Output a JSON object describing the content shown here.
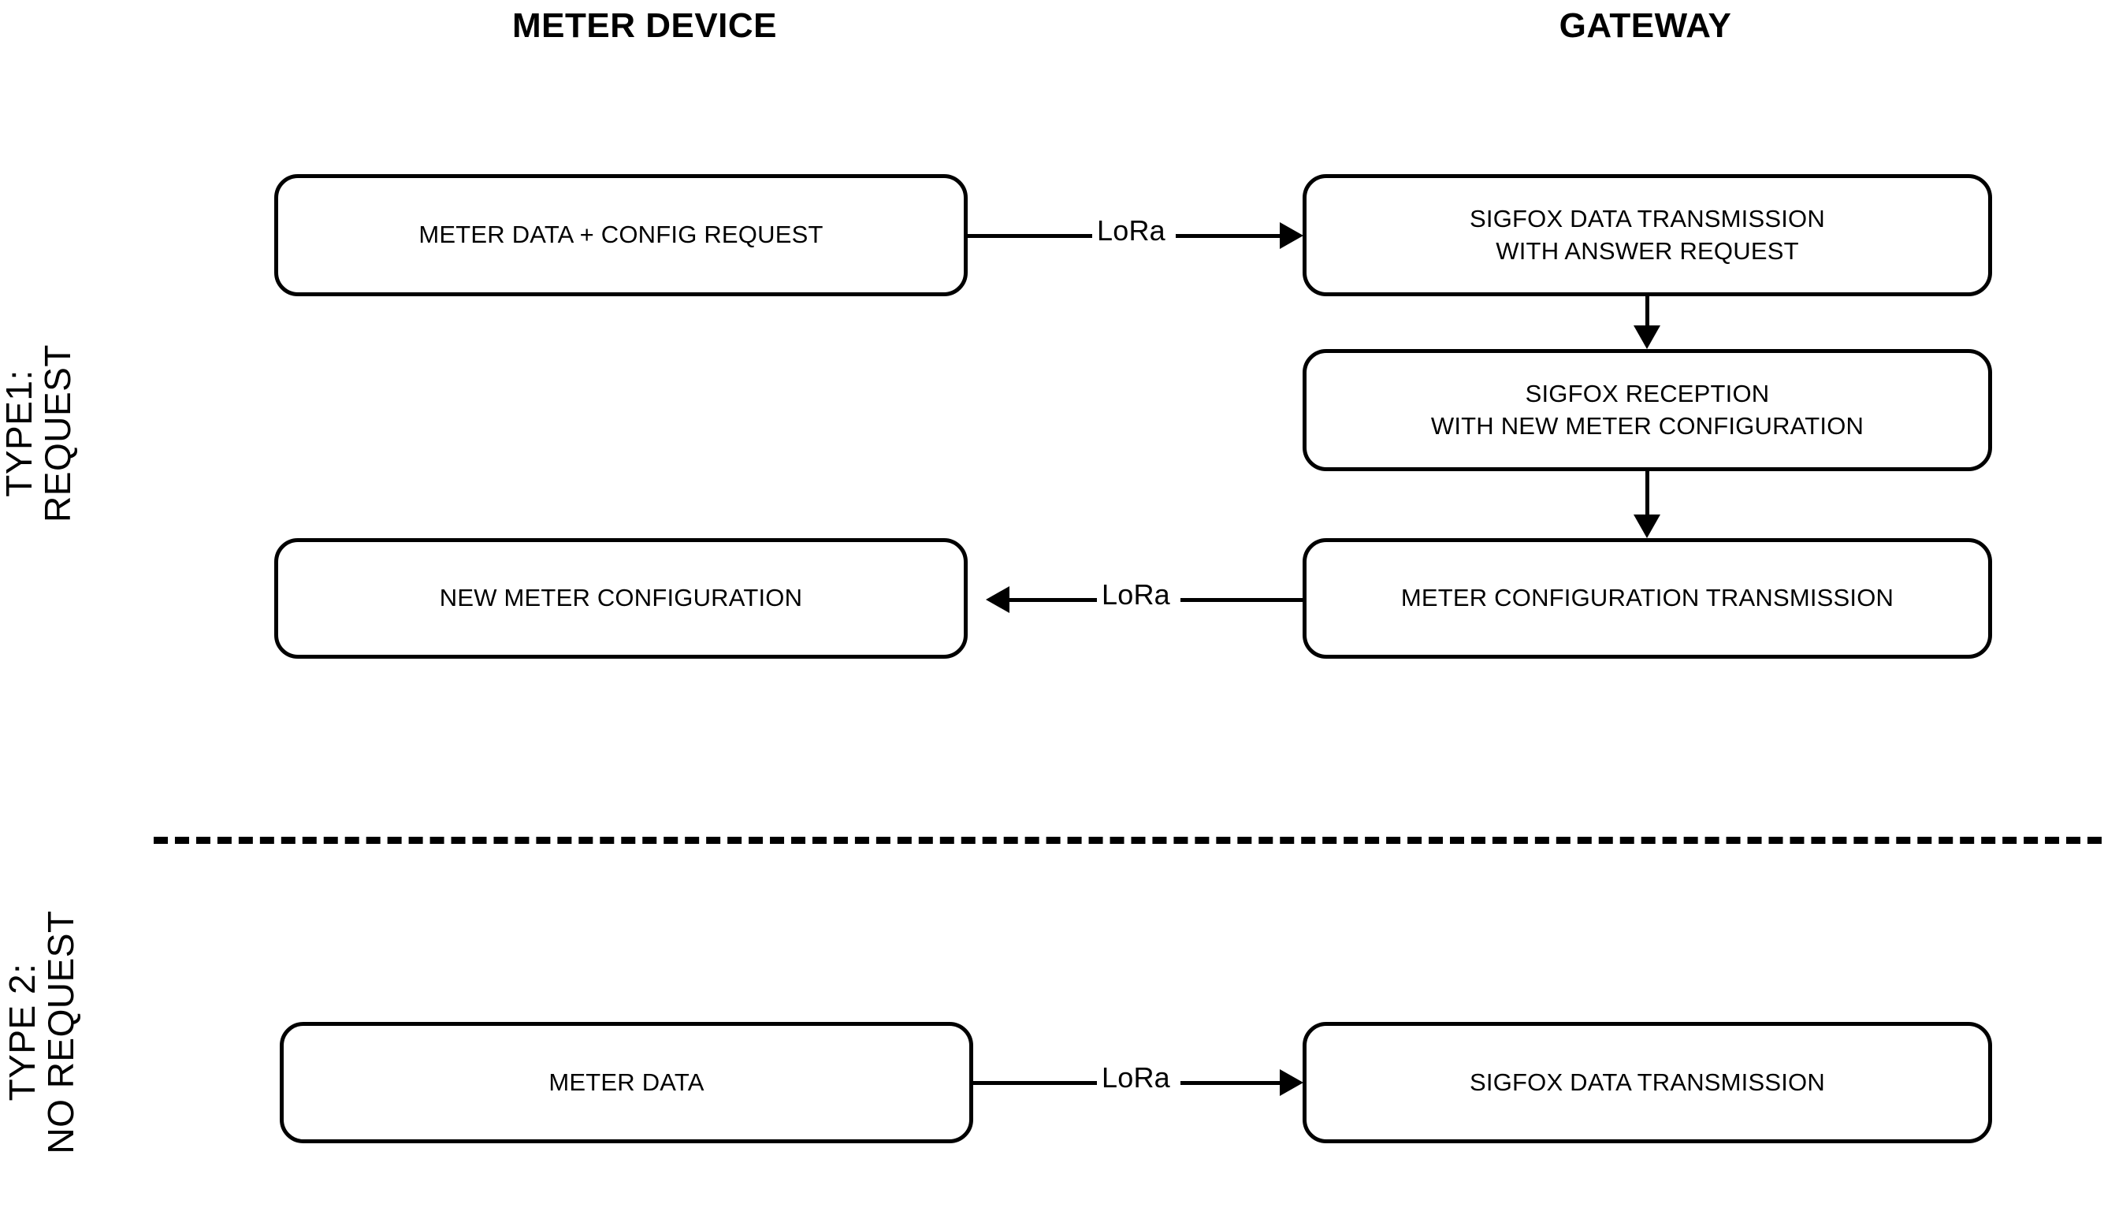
{
  "diagram": {
    "title_columns": {
      "meter_device": "METER DEVICE",
      "gateway": "GATEWAY"
    },
    "sections": [
      {
        "id": "type1",
        "label_line1": "TYPE1:",
        "label_line2": "REQUEST"
      },
      {
        "id": "type2",
        "label_line1": "TYPE 2:",
        "label_line2": "NO REQUEST"
      }
    ],
    "boxes": {
      "meter_data_config_request": "METER DATA + CONFIG REQUEST",
      "sigfox_tx_answer_l1": "SIGFOX DATA TRANSMISSION",
      "sigfox_tx_answer_l2": "WITH ANSWER REQUEST",
      "sigfox_reception_l1": "SIGFOX RECEPTION",
      "sigfox_reception_l2": "WITH NEW METER CONFIGURATION",
      "new_meter_configuration": "NEW METER CONFIGURATION",
      "meter_config_transmission": "METER CONFIGURATION TRANSMISSION",
      "meter_data": "METER DATA",
      "sigfox_data_transmission": "SIGFOX DATA TRANSMISSION"
    },
    "links": {
      "lora_1": "LoRa",
      "lora_2": "LoRa",
      "lora_3": "LoRa"
    },
    "colors": {
      "stroke": "#000000",
      "background": "#ffffff",
      "text": "#000000"
    }
  }
}
